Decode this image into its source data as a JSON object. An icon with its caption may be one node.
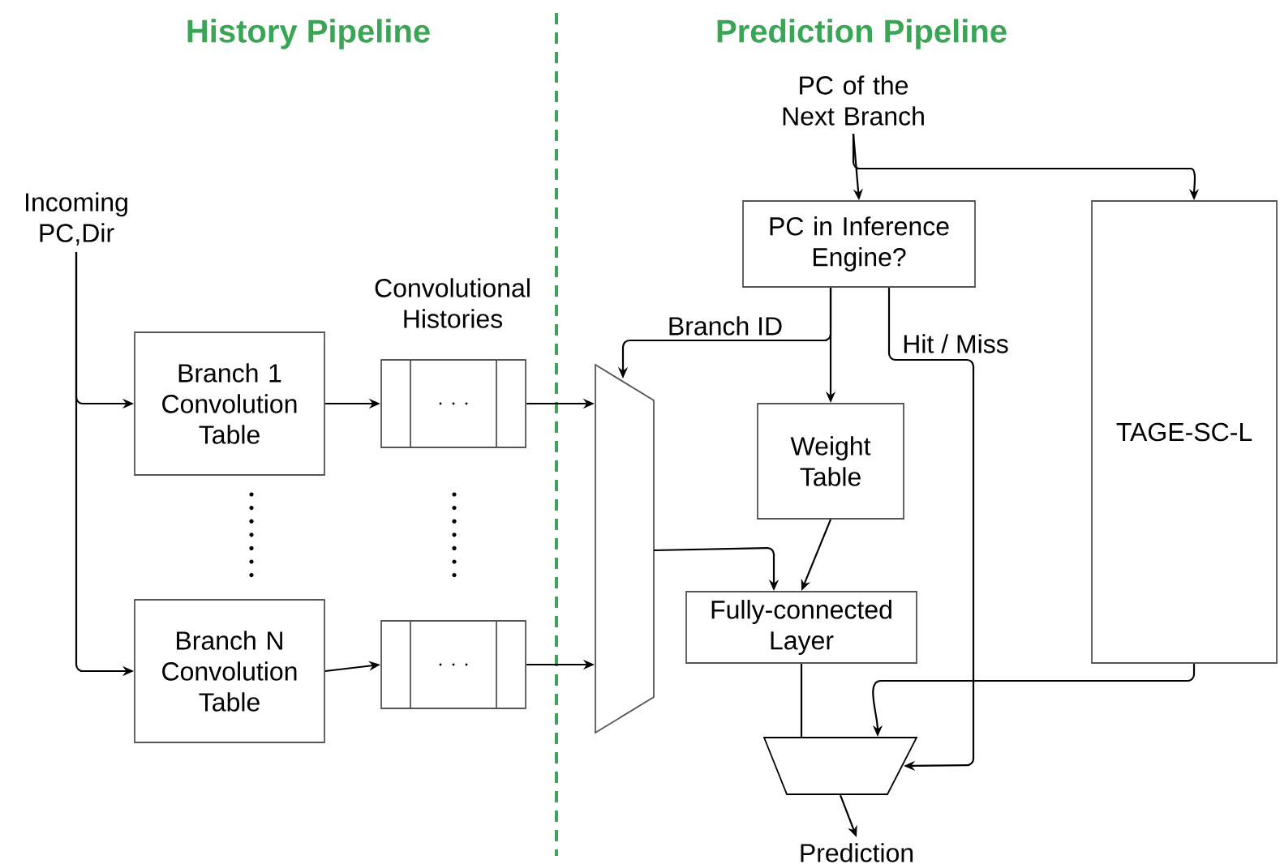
{
  "diagram": {
    "nodes": [
      {
        "text": [
          "Incoming PC,Dir"
        ]
      },
      {
        "text": [
          "Branch 1 Convolution Table"
        ]
      },
      {
        "text": [
          "Branch N Convolution Table"
        ]
      },
      {
        "text": [],
        "shape": "box"
      },
      {
        "text": [],
        "shape": "box"
      },
      {
        "text": [],
        "shape": "trapezoid"
      },
      {
        "text": [
          "PC of the Next Branch"
        ]
      },
      {
        "text": [
          "PC in Inference Engine?"
        ]
      },
      {
        "text": [
          "Weight Table"
        ]
      },
      {
        "text": [
          "TAGE-SC-L"
        ]
      },
      {
        "text": [
          "Fully-connected Layer"
        ]
      },
      {
        "text": [],
        "shape": "trapezoid"
      },
      {
        "text": [
          "Prediction"
        ]
      }
    ],
    "edges": [
      {
        "from": 0,
        "to": 1,
        "arrow": "to"
      },
      {
        "from": 0,
        "to": 2,
        "arrow": "to"
      },
      {
        "from": 1,
        "to": 3,
        "arrow": "to"
      },
      {
        "from": 2,
        "to": 4,
        "arrow": "to"
      },
      {
        "from": 3,
        "to": 5,
        "arrow": "to"
      },
      {
        "from": 4,
        "to": 5,
        "arrow": "to"
      },
      {
        "from": 6,
        "to": 7,
        "arrow": "to"
      },
      {
        "from": 6,
        "to": 9,
        "arrow": "to"
      },
      {
        "from": 7,
        "to": 5,
        "arrow": "to",
        "label": "Branch ID"
      },
      {
        "from": 7,
        "to": 8,
        "arrow": "to"
      },
      {
        "from": 7,
        "to": 11,
        "arrow": "to",
        "label": "Hit / Miss"
      },
      {
        "from": 8,
        "to": 10,
        "arrow": "to"
      },
      {
        "from": 5,
        "to": 10,
        "arrow": "to"
      },
      {
        "from": 10,
        "to": 11,
        "arrow": "none"
      },
      {
        "from": 9,
        "to": 11,
        "arrow": "to"
      },
      {
        "from": 11,
        "to": 12,
        "arrow": "to"
      }
    ],
    "labels": [
      "History Pipeline",
      "Prediction Pipeline",
      "Convolutional Histories"
    ]
  }
}
